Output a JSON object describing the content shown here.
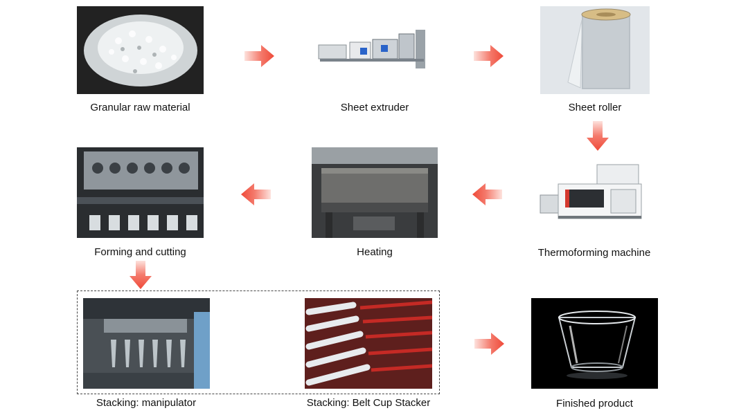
{
  "steps": {
    "granular": {
      "label": "Granular raw material",
      "icon": "plastic-pellets-image"
    },
    "extruder": {
      "label": "Sheet extruder",
      "icon": "sheet-extruder-image"
    },
    "roller": {
      "label": "Sheet roller",
      "icon": "sheet-roll-image"
    },
    "thermoforming": {
      "label": "Thermoforming machine",
      "icon": "thermoforming-machine-image"
    },
    "heating": {
      "label": "Heating",
      "icon": "heating-press-image"
    },
    "forming": {
      "label": "Forming and cutting",
      "icon": "forming-cutting-image"
    },
    "manipulator": {
      "label": "Stacking: manipulator",
      "icon": "stacking-manipulator-image"
    },
    "belt_stacker": {
      "label": "Stacking: Belt Cup Stacker",
      "icon": "belt-cup-stacker-image"
    },
    "finished": {
      "label": "Finished product",
      "icon": "clear-plastic-cup-image"
    }
  },
  "colors": {
    "arrow": "#f25b4b",
    "arrow_light": "#fcd6d0",
    "caption": "#111111",
    "box_border": "#444444"
  }
}
